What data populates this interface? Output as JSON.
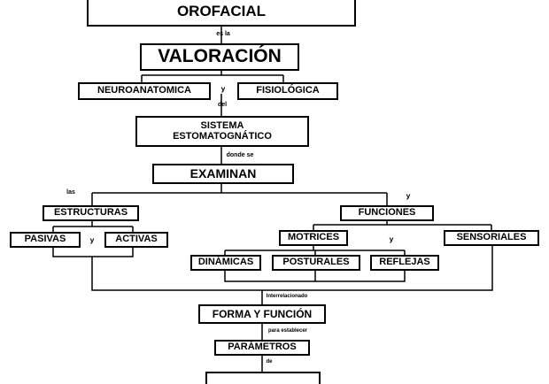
{
  "colors": {
    "stroke": "#000000",
    "background": "#ffffff"
  },
  "nodes": {
    "orofacial": "OROFACIAL",
    "valoracion": "VALORACIÓN",
    "neuroanatomica": "NEUROANATOMICA",
    "fisiologica": "FISIOLÓGICA",
    "sistema_line1": "SISTEMA",
    "sistema_line2": "ESTOMATOGNÁTICO",
    "examinan": "EXAMINAN",
    "estructuras": "ESTRUCTURAS",
    "funciones": "FUNCIONES",
    "pasivas": "PASIVAS",
    "activas": "ACTIVAS",
    "motrices": "MOTRICES",
    "sensoriales": "SENSORIALES",
    "dinamicas": "DINÁMICAS",
    "posturales": "POSTURALES",
    "reflejas": "REFLEJAS",
    "forma_funcion": "FORMA Y FUNCIÓN",
    "parametros": "PARÁMETROS"
  },
  "connectors": {
    "es_la": "es la",
    "y_1": "y",
    "del": "del",
    "donde_se": "donde se",
    "las": "las",
    "y_2": "y",
    "y_3": "y",
    "y_4": "y",
    "interrelacionado": "Interrelacionado",
    "para_establecer": "para establecer",
    "de": "de"
  }
}
